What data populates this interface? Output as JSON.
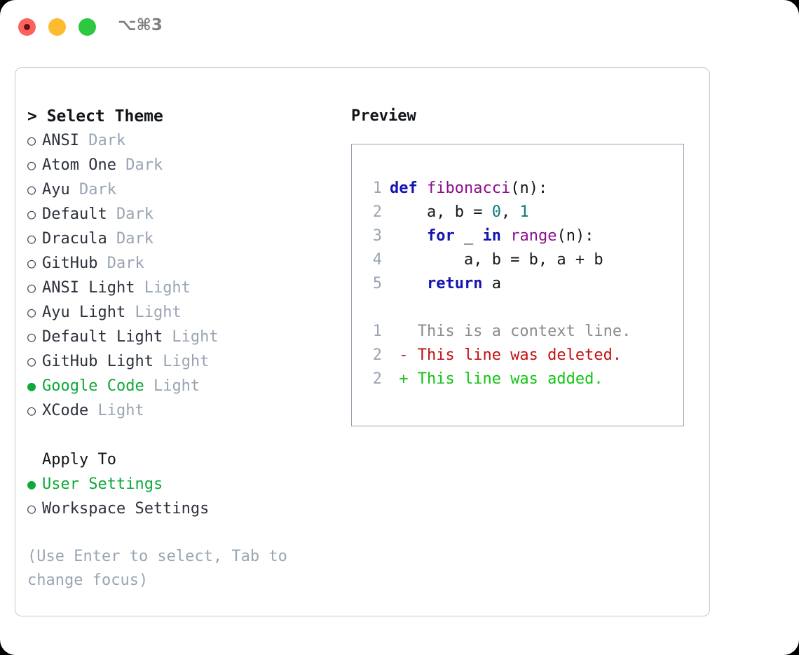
{
  "window": {
    "traffic_lights": [
      "close-button",
      "minimize-button",
      "zoom-button"
    ],
    "shortcut_label": "⌥⌘3"
  },
  "theme_picker": {
    "title": "> Select Theme",
    "caret": ">",
    "bullet_unselected": "○",
    "bullet_selected": "●",
    "accent_color": "#0fa83a",
    "badge_color": "#99a4b3",
    "items": [
      {
        "name": "ANSI",
        "badge": "Dark",
        "selected": false
      },
      {
        "name": "Atom One",
        "badge": "Dark",
        "selected": false
      },
      {
        "name": "Ayu",
        "badge": "Dark",
        "selected": false
      },
      {
        "name": "Default",
        "badge": "Dark",
        "selected": false
      },
      {
        "name": "Dracula",
        "badge": "Dark",
        "selected": false
      },
      {
        "name": "GitHub",
        "badge": "Dark",
        "selected": false
      },
      {
        "name": "ANSI Light",
        "badge": "Light",
        "selected": false
      },
      {
        "name": "Ayu Light",
        "badge": "Light",
        "selected": false
      },
      {
        "name": "Default Light",
        "badge": "Light",
        "selected": false
      },
      {
        "name": "GitHub Light",
        "badge": "Light",
        "selected": false
      },
      {
        "name": "Google Code",
        "badge": "Light",
        "selected": true
      },
      {
        "name": "XCode",
        "badge": "Light",
        "selected": false
      }
    ]
  },
  "apply_to": {
    "title": "Apply To",
    "items": [
      {
        "name": "User Settings",
        "selected": true
      },
      {
        "name": "Workspace Settings",
        "selected": false
      }
    ]
  },
  "hint": "(Use Enter to select, Tab to change focus)",
  "preview": {
    "title": "Preview",
    "code_lines": [
      {
        "number": "1",
        "tokens": [
          {
            "text": "def ",
            "type": "kw"
          },
          {
            "text": "fibonacci",
            "type": "fn"
          },
          {
            "text": "(n):",
            "type": "pln"
          }
        ]
      },
      {
        "number": "2",
        "tokens": [
          {
            "text": "    a, b = ",
            "type": "pln"
          },
          {
            "text": "0",
            "type": "num"
          },
          {
            "text": ", ",
            "type": "pln"
          },
          {
            "text": "1",
            "type": "num"
          }
        ]
      },
      {
        "number": "3",
        "tokens": [
          {
            "text": "    ",
            "type": "pln"
          },
          {
            "text": "for",
            "type": "kw"
          },
          {
            "text": " _ ",
            "type": "pln"
          },
          {
            "text": "in",
            "type": "kw"
          },
          {
            "text": " ",
            "type": "pln"
          },
          {
            "text": "range",
            "type": "fn"
          },
          {
            "text": "(n):",
            "type": "pln"
          }
        ]
      },
      {
        "number": "4",
        "tokens": [
          {
            "text": "        a, b = b, a + b",
            "type": "pln"
          }
        ]
      },
      {
        "number": "5",
        "tokens": [
          {
            "text": "    ",
            "type": "pln"
          },
          {
            "text": "return",
            "type": "kw"
          },
          {
            "text": " a",
            "type": "pln"
          }
        ]
      }
    ],
    "diff_lines": [
      {
        "number": "1",
        "marker": "  ",
        "text": "This is a context line.",
        "type": "ctx"
      },
      {
        "number": "2",
        "marker": "- ",
        "text": "This line was deleted.",
        "type": "del"
      },
      {
        "number": "2",
        "marker": "+ ",
        "text": "This line was added.",
        "type": "add"
      }
    ],
    "colors": {
      "keyword": "#1515b0",
      "function": "#8d0f8d",
      "number": "#0d7a7a",
      "plain": "#12161c",
      "line_number": "#9aa5b4",
      "diff_context": "#8c8c8c",
      "diff_deleted": "#c21111",
      "diff_added": "#12c412",
      "box_border": "#94a0b0"
    }
  }
}
